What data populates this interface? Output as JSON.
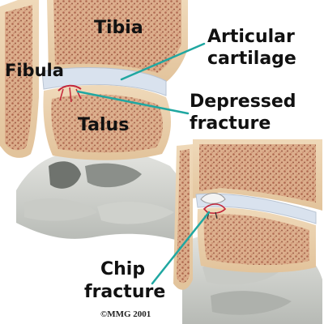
{
  "labels": {
    "tibia": "Tibia",
    "fibula": "Fibula",
    "talus": "Talus",
    "articular_cartilage_line1": "Articular",
    "articular_cartilage_line2": "cartilage",
    "depressed_fracture_line1": "Depressed",
    "depressed_fracture_line2": "fracture",
    "chip_fracture_line1": "Chip",
    "chip_fracture_line2": "fracture",
    "copyright": "©MMG 2001"
  },
  "colors": {
    "leader_line": "#1fa7a1",
    "fracture": "#c4263a",
    "cartilage": "#d9e2ee",
    "bone_marrow": "#b46c52",
    "bone_cortex": "#e9cfa9",
    "foot_bone": "#d4d6d2"
  }
}
